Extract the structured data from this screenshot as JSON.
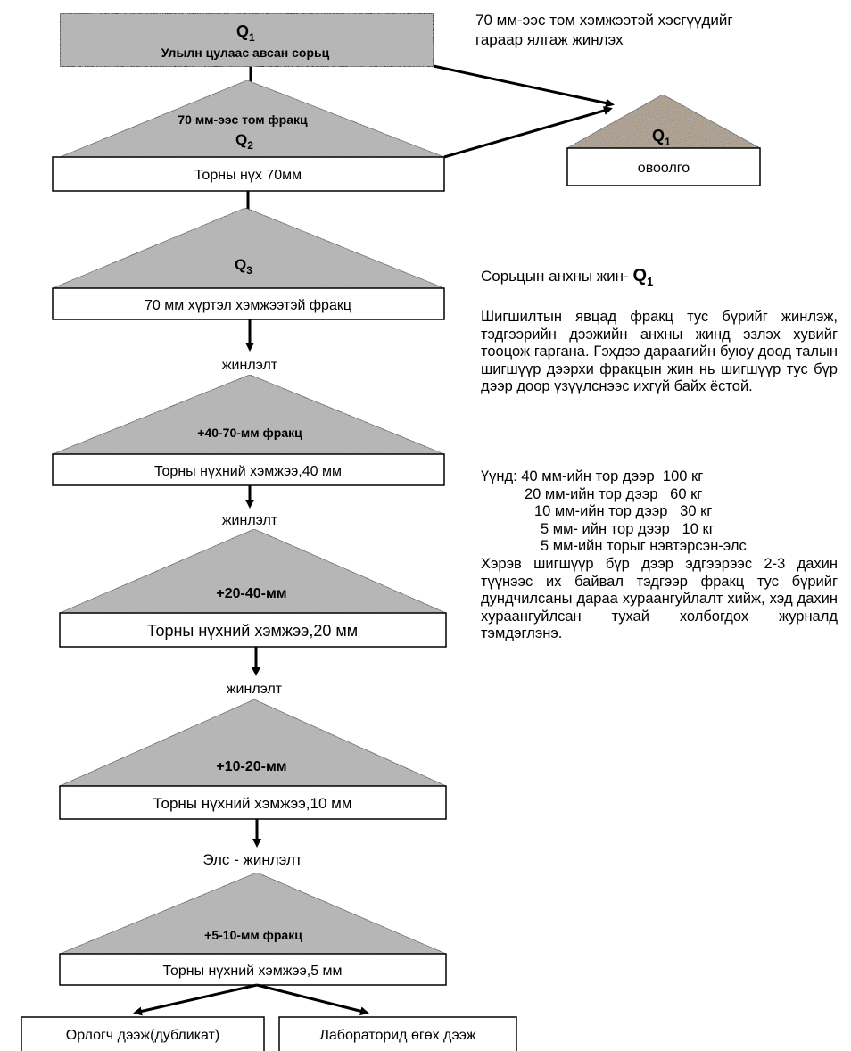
{
  "top": {
    "q1_symbol": "Q",
    "q1_sub": "1",
    "sample_label": "Улылн цулаас авсан сорьц"
  },
  "left_flow": {
    "fraction_70_line1": "70 мм-ээс том фракц",
    "q2_symbol": "Q",
    "q2_sub": "2",
    "sieve_70": "Торны нүх 70мм",
    "q3_symbol": "Q",
    "q3_sub": "3",
    "up_to_70": "70 мм хүртэл хэмжээтэй фракц",
    "sieving1": "жинлэлт",
    "frac_40_70": "+40-70-мм фракц",
    "sieve_40": "Торны нүхний хэмжээ,40 мм",
    "sieving2": "жинлэлт",
    "frac_20_40": "+20-40-мм",
    "sieve_20": "Торны нүхний хэмжээ,20 мм",
    "sieving3": "жинлэлт",
    "frac_10_20": "+10-20-мм",
    "sieve_10": "Торны нүхний хэмжээ,10 мм",
    "sieving4": "Элс - жинлэлт",
    "frac_5_10": "+5-10-мм фракц",
    "sieve_5": "Торны нүхний хэмжээ,5 мм",
    "out_left": "Орлогч дээж(дубликат)",
    "out_right": "Лабораторид өгөх дээж"
  },
  "right_side": {
    "top_note_line1": "70 мм-ээс том хэмжээтэй хэсгүүдийг",
    "top_note_line2": "гараар ялгаж жинлэх",
    "pile_symbol": "Q",
    "pile_sub": "1",
    "pile_label": "овоолго",
    "initial_weight_label": "Сорьцын анхны жин- ",
    "initial_weight_symbol": "Q",
    "initial_weight_sub": "1",
    "para1": "Шигшилтын явцад фракц тус бүрийг жинлэж, тэдгээрийн дээжийн анхны жинд эзлэх хувийг тооцож гаргана. Гэхдээ дараагийн буюу доод талын шигшүүр дээрхи фракцын жин нь шигшүүр тус бүр дээр доор үзүүлснээс ихгүй байх ёстой.",
    "rows": [
      "Үүнд: 40 мм-ийн тор дээр  100 кг",
      "20 мм-ийн тор дээр   60 кг",
      "10 мм-ийн тор дээр   30 кг",
      "5 мм- ийн тор дээр   10 кг",
      "5 мм-ийн торыг нэвтэрсэн-элс"
    ],
    "para2": "Хэрэв шигшүүр бүр дээр эдгээрээс 2-3 дахин түүнээс их байвал тэдгээр фракц тус бүрийг дундчилсаны дараа хураангуйлалт хийж, хэд дахин хураангуйлсан тухай холбогдох журналд тэмдэглэнэ."
  },
  "colors": {
    "pile_gray": "#b8b8b8",
    "pile_brown": "#a9967f",
    "stroke": "#000000"
  }
}
